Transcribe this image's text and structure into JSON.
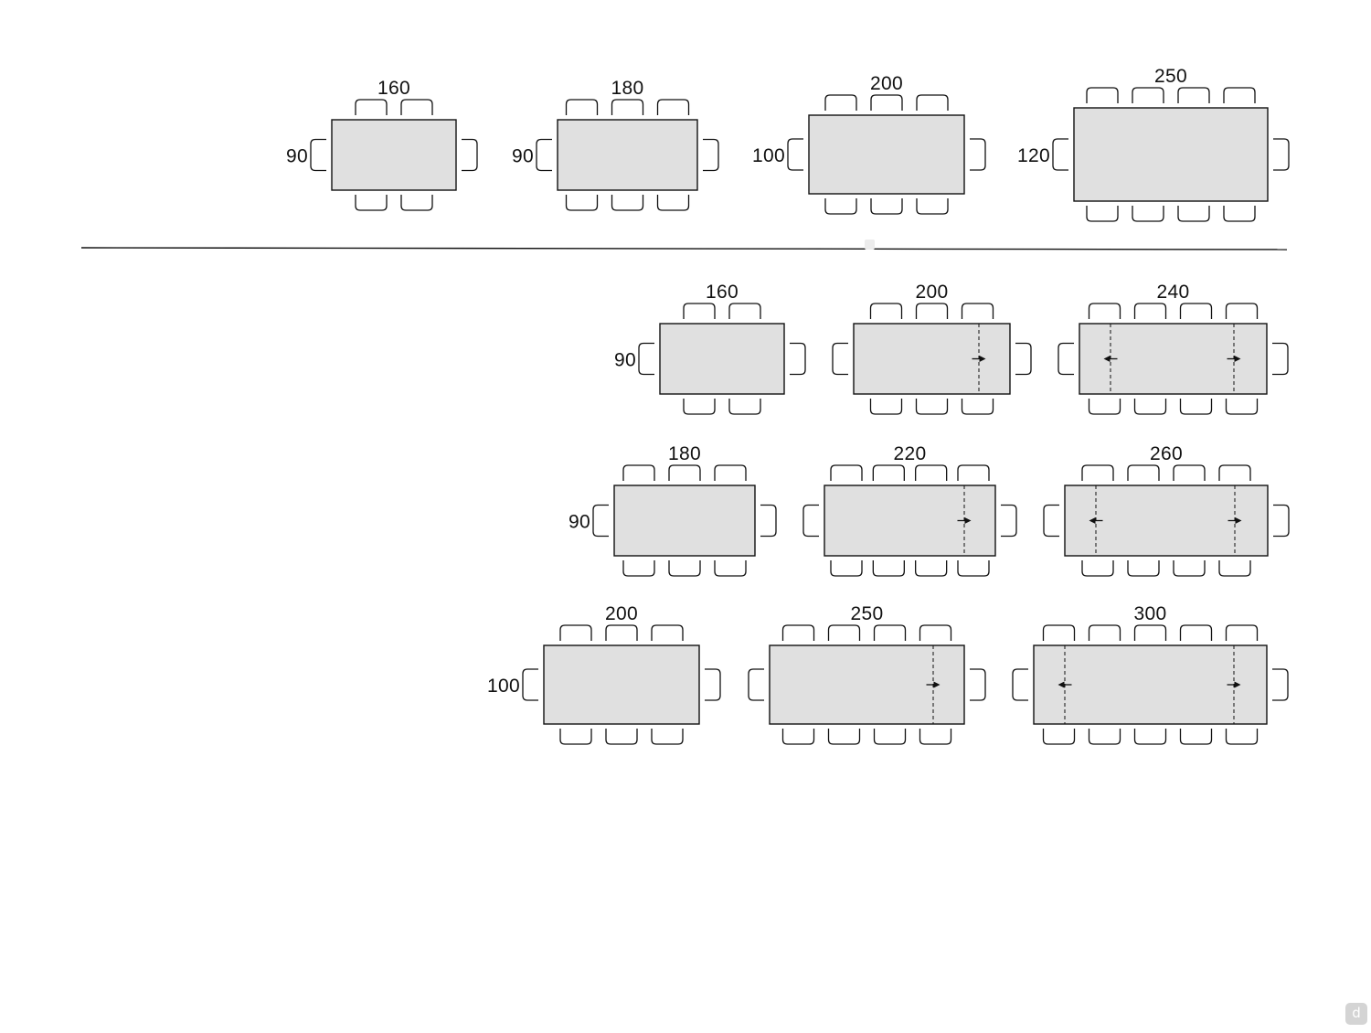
{
  "fixed_tables": [
    {
      "length": "160",
      "width": "90",
      "seats_long_side": 2,
      "extension": "none"
    },
    {
      "length": "180",
      "width": "90",
      "seats_long_side": 3,
      "extension": "none"
    },
    {
      "length": "200",
      "width": "100",
      "seats_long_side": 3,
      "extension": "none"
    },
    {
      "length": "250",
      "width": "120",
      "seats_long_side": 4,
      "extension": "none"
    }
  ],
  "extending_rows": [
    {
      "width": "90",
      "tables": [
        {
          "length": "160",
          "seats_long_side": 2,
          "extension": "none"
        },
        {
          "length": "200",
          "seats_long_side": 3,
          "extension": "one-side"
        },
        {
          "length": "240",
          "seats_long_side": 4,
          "extension": "both-sides"
        }
      ]
    },
    {
      "width": "90",
      "tables": [
        {
          "length": "180",
          "seats_long_side": 3,
          "extension": "none"
        },
        {
          "length": "220",
          "seats_long_side": 4,
          "extension": "one-side"
        },
        {
          "length": "260",
          "seats_long_side": 4,
          "extension": "both-sides"
        }
      ]
    },
    {
      "width": "100",
      "tables": [
        {
          "length": "200",
          "seats_long_side": 3,
          "extension": "none"
        },
        {
          "length": "250",
          "seats_long_side": 4,
          "extension": "one-side"
        },
        {
          "length": "300",
          "seats_long_side": 5,
          "extension": "both-sides"
        }
      ]
    }
  ],
  "watermark_icon": "d-logo-icon",
  "colors": {
    "table_fill": "#e0e0e0",
    "outline": "#111111",
    "watermark": "#d4d4d4"
  }
}
